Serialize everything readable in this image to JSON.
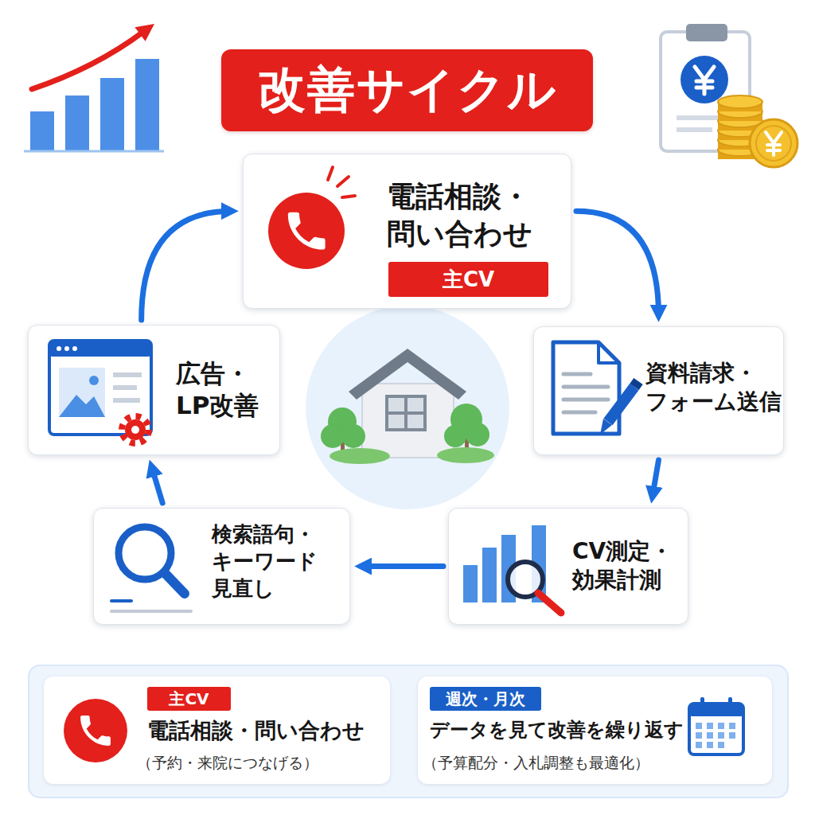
{
  "diagram": {
    "title": "改善サイクル",
    "nodes": [
      {
        "text": [
          "電話相談・ 問い合わせ"
        ]
      },
      {
        "text": [
          "主CV"
        ],
        "in": 0
      },
      {
        "text": [
          "広告・ LP改善"
        ]
      },
      {
        "text": [
          "資料請求・ フォーム送信"
        ]
      },
      {
        "text": [
          "検索語句・ キーワード 見直し"
        ]
      },
      {
        "text": [
          "CV測定・ 効果計測"
        ]
      },
      {
        "text": [
          "電話相談・問い合わせ",
          "（予約・来院につなげる）"
        ]
      },
      {
        "text": [
          "主CV"
        ],
        "in": 6
      },
      {
        "text": [
          "データを見て改善を繰り返す",
          "（予算配分・入札調整も最適化）"
        ]
      },
      {
        "text": [
          "週次・月次"
        ],
        "in": 8
      }
    ],
    "edges": [
      {
        "from": 0,
        "to": 3,
        "arrow": "to"
      },
      {
        "from": 3,
        "to": 5,
        "arrow": "to"
      },
      {
        "from": 5,
        "to": 4,
        "arrow": "to"
      },
      {
        "from": 4,
        "to": 2,
        "arrow": "to"
      },
      {
        "from": 2,
        "to": 0,
        "arrow": "to"
      }
    ]
  }
}
